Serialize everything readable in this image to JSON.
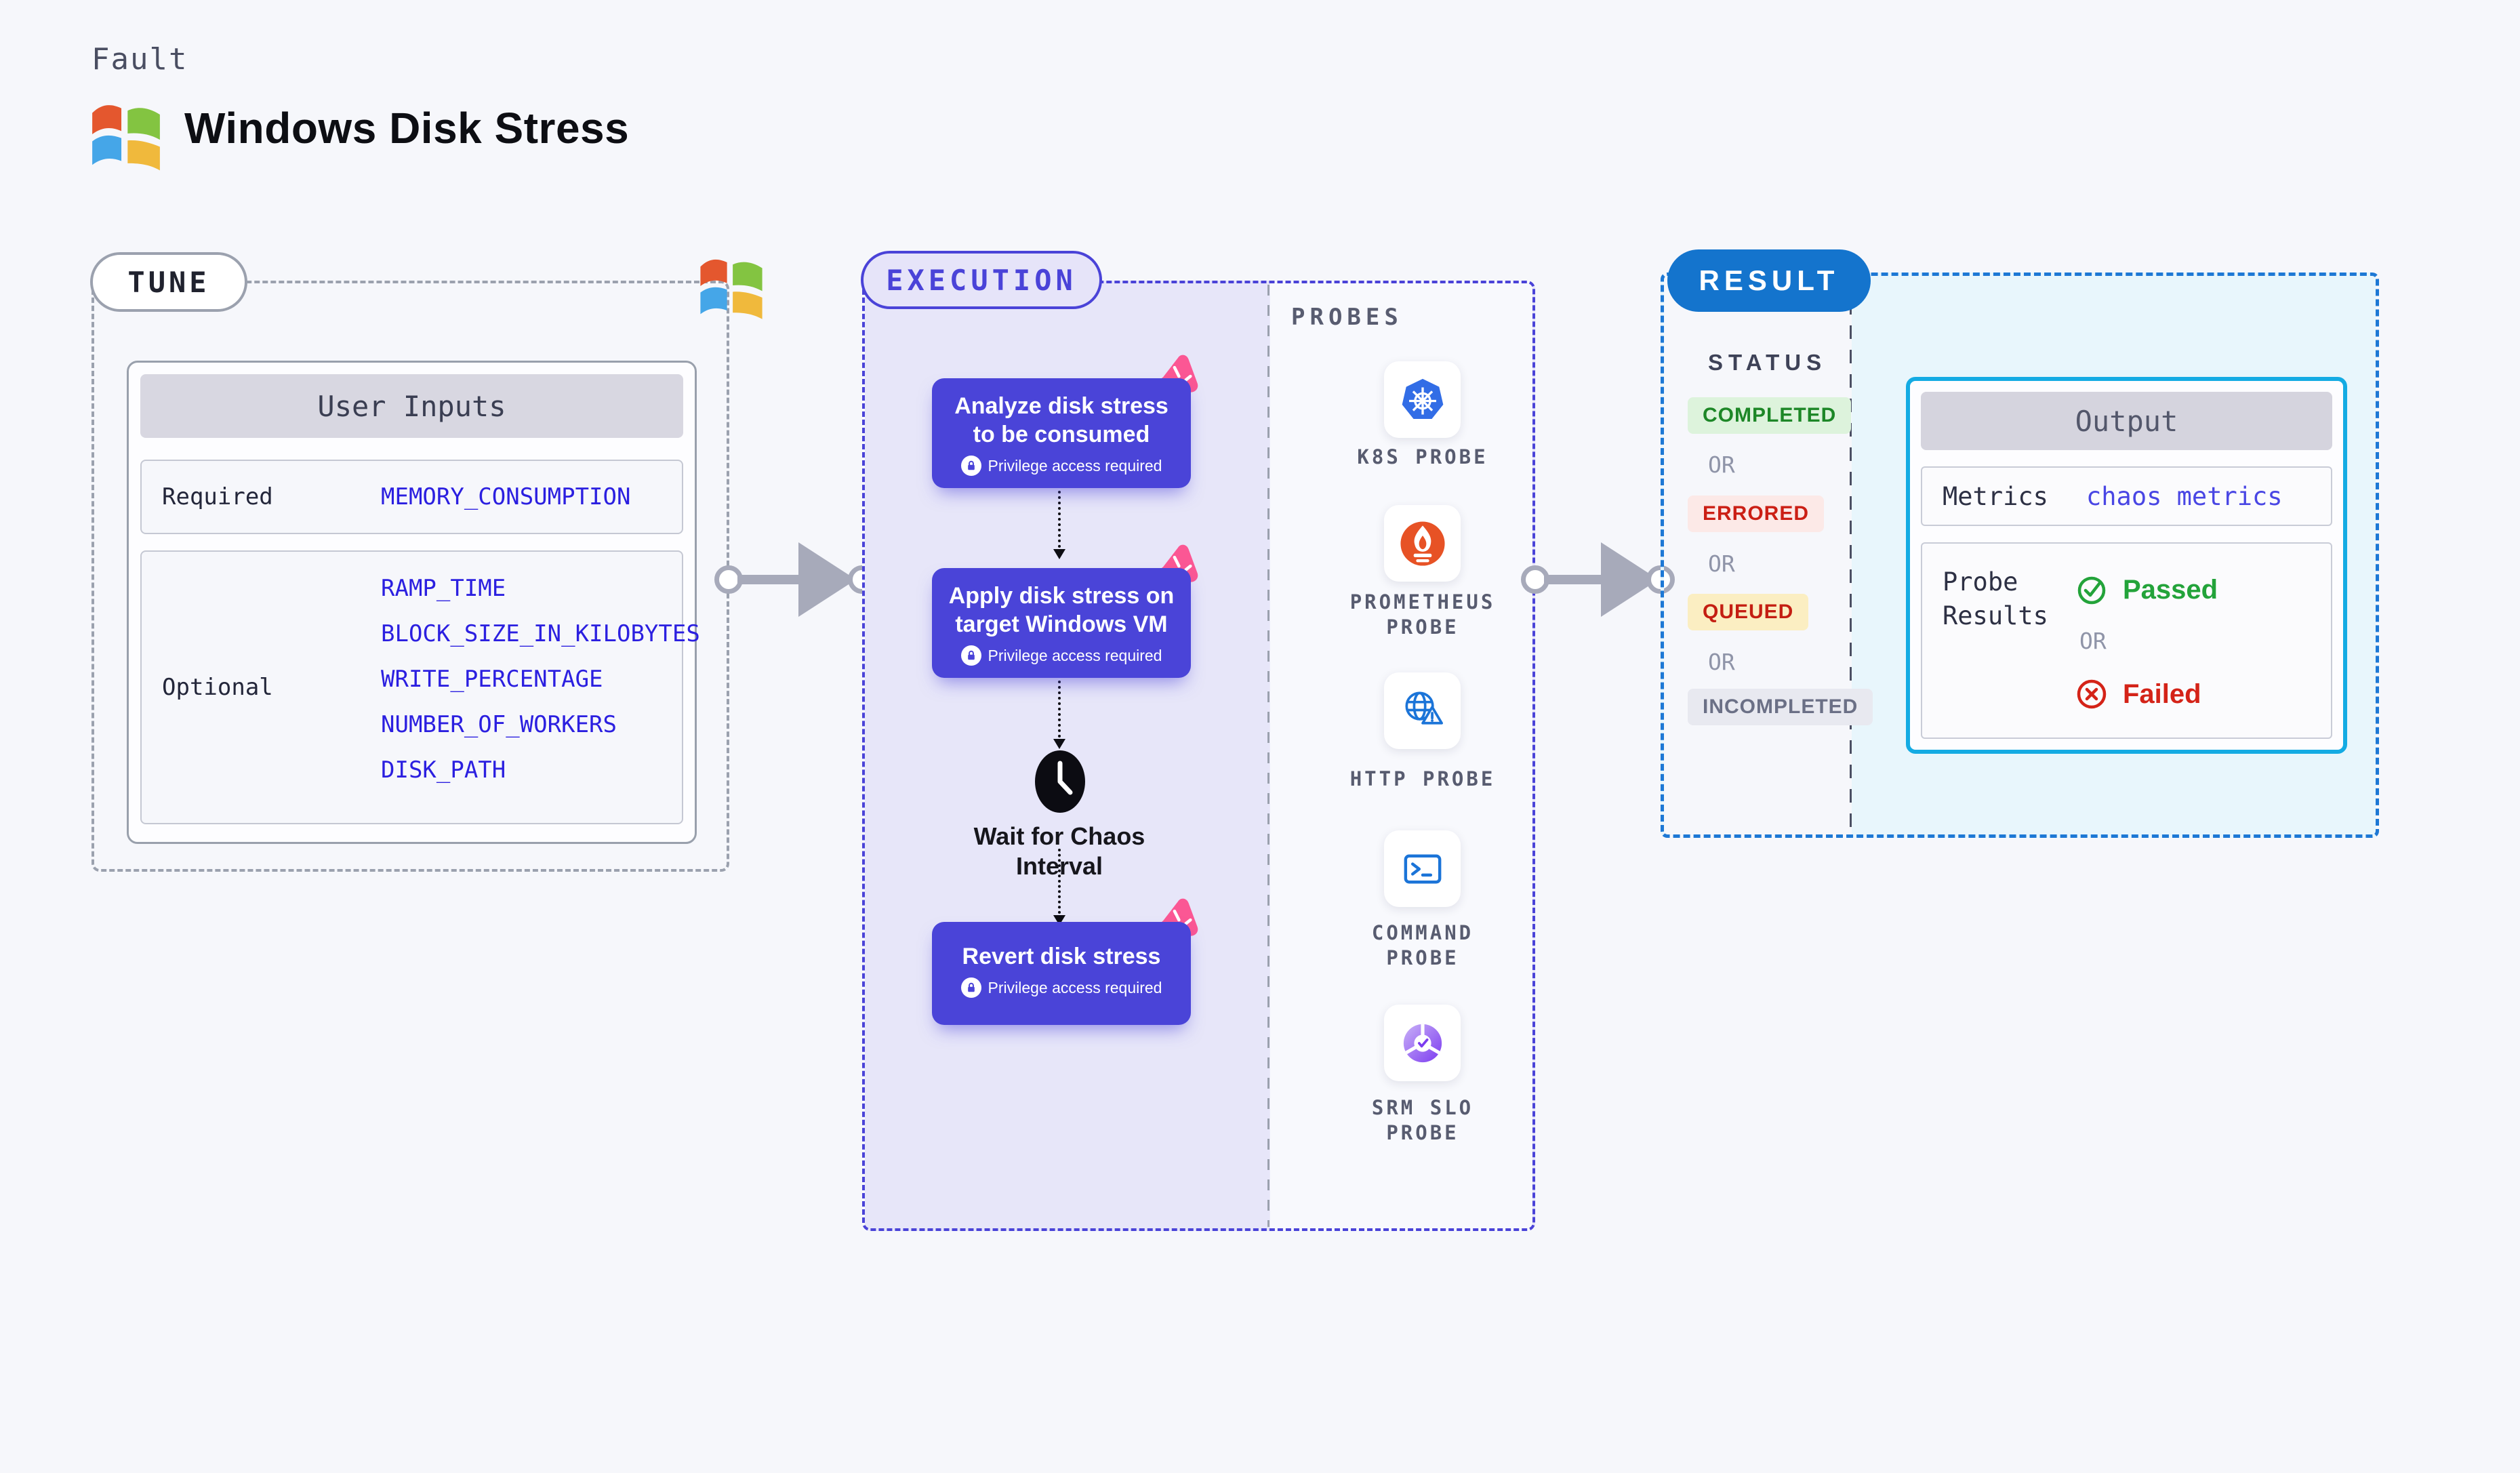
{
  "header": {
    "eyebrow": "Fault",
    "title": "Windows Disk Stress",
    "logo_icon": "windows-logo"
  },
  "tune": {
    "label": "TUNE",
    "corner_icon": "windows-logo",
    "user_inputs": {
      "title": "User Inputs",
      "required_label": "Required",
      "required_value": "MEMORY_CONSUMPTION",
      "optional_label": "Optional",
      "optional_values": [
        "RAMP_TIME",
        "BLOCK_SIZE_IN_KILOBYTES",
        "WRITE_PERCENTAGE",
        "NUMBER_OF_WORKERS",
        "DISK_PATH"
      ]
    }
  },
  "execution": {
    "label": "EXECUTION",
    "steps": [
      {
        "title": "Analyze disk stress to be consumed",
        "badge": "Privilege access required",
        "corner_icon": "chaos-pinwheel-icon",
        "lock_icon": "lock-icon"
      },
      {
        "title": "Apply disk stress on target Windows VM",
        "badge": "Privilege access required",
        "corner_icon": "chaos-pinwheel-icon",
        "lock_icon": "lock-icon"
      },
      {
        "title": "Revert disk stress",
        "badge": "Privilege access required",
        "corner_icon": "chaos-pinwheel-icon",
        "lock_icon": "lock-icon"
      }
    ],
    "wait_label": "Wait for Chaos Interval",
    "wait_icon": "clock-icon"
  },
  "probes": {
    "label": "PROBES",
    "items": [
      {
        "label": "K8S PROBE",
        "icon": "kubernetes-icon"
      },
      {
        "label": "PROMETHEUS PROBE",
        "icon": "prometheus-icon"
      },
      {
        "label": "HTTP PROBE",
        "icon": "globe-warning-icon"
      },
      {
        "label": "COMMAND PROBE",
        "icon": "terminal-icon"
      },
      {
        "label": "SRM SLO PROBE",
        "icon": "slo-donut-icon"
      }
    ]
  },
  "result": {
    "label": "RESULT",
    "status_label": "STATUS",
    "or_label": "OR",
    "statuses": [
      {
        "label": "COMPLETED",
        "color": "#1d8727",
        "background": "#ddf3dc"
      },
      {
        "label": "ERRORED",
        "color": "#cb1f15",
        "background": "#fce9e7"
      },
      {
        "label": "QUEUED",
        "color": "#c41e12",
        "background": "#fbeec2"
      },
      {
        "label": "INCOMPLETED",
        "color": "#6b7086",
        "background": "#e8e9f0"
      }
    ],
    "output": {
      "title": "Output",
      "metrics_label": "Metrics",
      "metrics_value": "chaos metrics",
      "probe_results_label": "Probe Results",
      "passed_label": "Passed",
      "passed_icon": "check-circle-icon",
      "failed_label": "Failed",
      "failed_icon": "x-circle-icon"
    }
  },
  "colors": {
    "page_background": "#f6f7fb",
    "indigo_accent": "#4a43d8",
    "execution_fill": "#e7e6f9",
    "step_box": "#4a44d8",
    "pink_badge": "#fb5794",
    "result_blue": "#1474cd",
    "result_border": "#1d78d5",
    "result_fill": "#e8f6fc",
    "output_border": "#14abe3",
    "value_blue": "#2b1fe0",
    "passed_green": "#23a33a",
    "failed_red": "#d42318",
    "arrow_gray": "#a7aaba",
    "tune_border": "#9ba1ae"
  }
}
